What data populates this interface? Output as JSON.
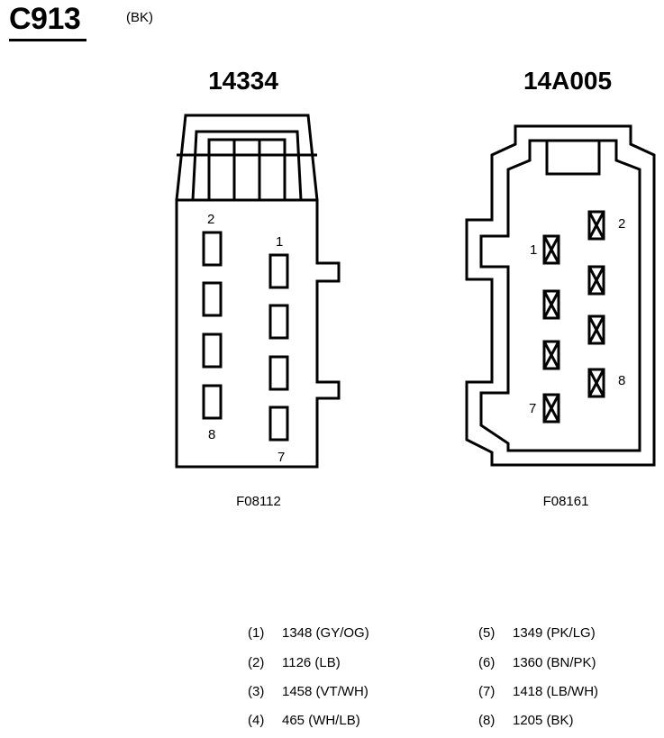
{
  "header": {
    "connector_id": "C913",
    "connector_color": "(BK)"
  },
  "left_connector": {
    "part_number": "14334",
    "figure_code": "F08112",
    "pin_labels": {
      "p1": "1",
      "p2": "2",
      "p7": "7",
      "p8": "8"
    }
  },
  "right_connector": {
    "part_number": "14A005",
    "figure_code": "F08161",
    "pin_labels": {
      "p1": "1",
      "p2": "2",
      "p7": "7",
      "p8": "8"
    }
  },
  "legend": {
    "left_column": [
      {
        "pin": "(1)",
        "circuit": "1348 (GY/OG)"
      },
      {
        "pin": "(2)",
        "circuit": "1126 (LB)"
      },
      {
        "pin": "(3)",
        "circuit": "1458 (VT/WH)"
      },
      {
        "pin": "(4)",
        "circuit": "465 (WH/LB)"
      }
    ],
    "right_column": [
      {
        "pin": "(5)",
        "circuit": "1349 (PK/LG)"
      },
      {
        "pin": "(6)",
        "circuit": "1360 (BN/PK)"
      },
      {
        "pin": "(7)",
        "circuit": "1418 (LB/WH)"
      },
      {
        "pin": "(8)",
        "circuit": "1205 (BK)"
      }
    ]
  }
}
